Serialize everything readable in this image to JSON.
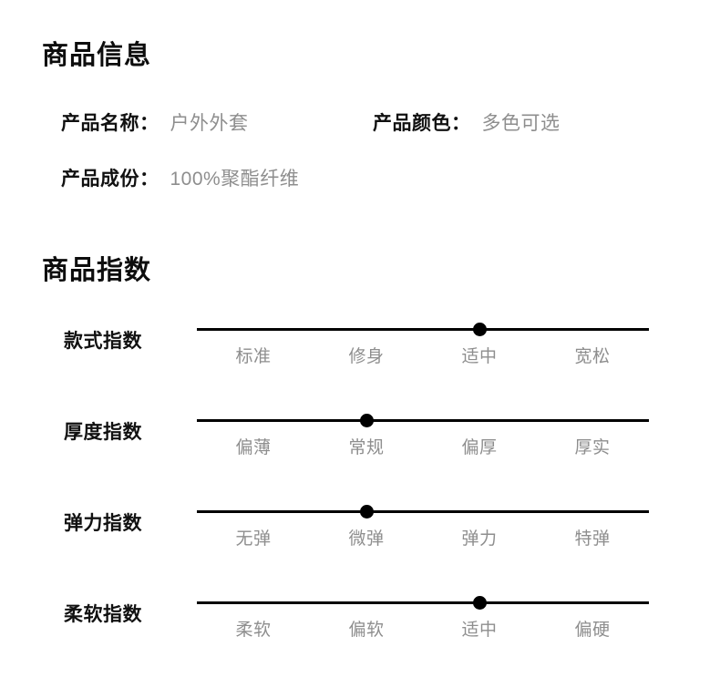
{
  "sections": {
    "info_title": "商品信息",
    "index_title": "商品指数"
  },
  "product_info": {
    "name": {
      "label": "产品名称：",
      "value": "户外外套"
    },
    "color": {
      "label": "产品颜色：",
      "value": "多色可选"
    },
    "composition": {
      "label": "产品成份：",
      "value": "100%聚酯纤维"
    }
  },
  "indices": [
    {
      "name": "款式指数",
      "options": [
        "标准",
        "修身",
        "适中",
        "宽松"
      ],
      "selected_index": 2,
      "selected_value": "适中"
    },
    {
      "name": "厚度指数",
      "options": [
        "偏薄",
        "常规",
        "偏厚",
        "厚实"
      ],
      "selected_index": 1,
      "selected_value": "常规"
    },
    {
      "name": "弹力指数",
      "options": [
        "无弹",
        "微弹",
        "弹力",
        "特弹"
      ],
      "selected_index": 1,
      "selected_value": "微弹"
    },
    {
      "name": "柔软指数",
      "options": [
        "柔软",
        "偏软",
        "适中",
        "偏硬"
      ],
      "selected_index": 2,
      "selected_value": "适中"
    }
  ],
  "colors": {
    "text": "#111111",
    "muted": "#8e8e8e",
    "track": "#000000",
    "background": "#ffffff"
  }
}
